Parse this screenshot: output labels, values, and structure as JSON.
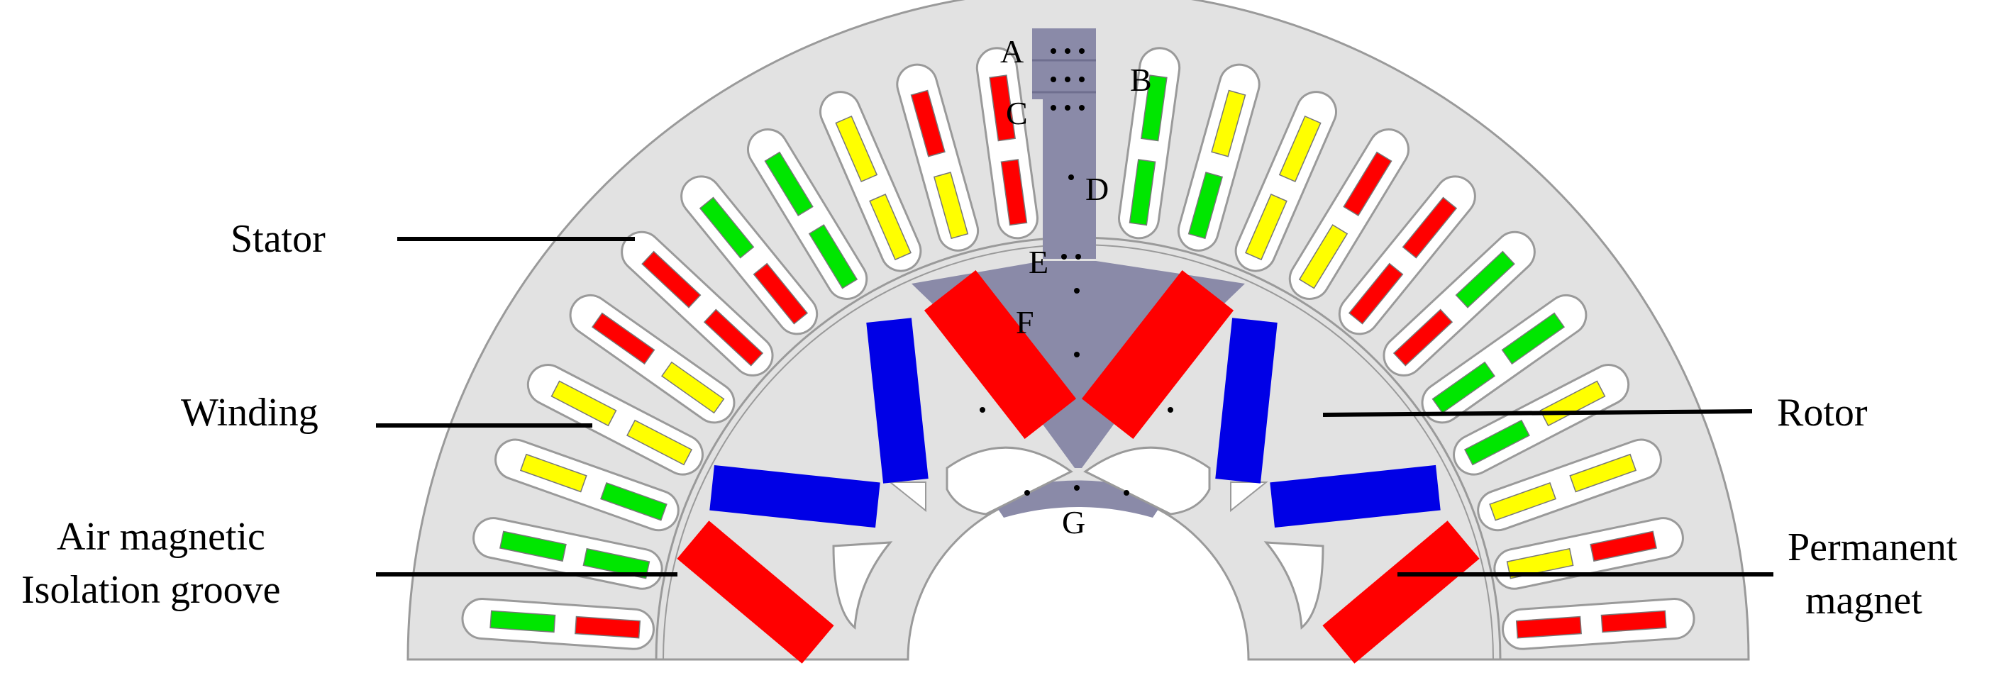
{
  "labels": {
    "stator": "Stator",
    "winding": "Winding",
    "air_groove_line1": "Air magnetic",
    "air_groove_line2": "Isolation groove",
    "rotor": "Rotor",
    "magnet_line1": "Permanent",
    "magnet_line2": "magnet"
  },
  "points": {
    "A": "A",
    "B": "B",
    "C": "C",
    "D": "D",
    "E": "E",
    "F": "F",
    "G": "G"
  },
  "colors": {
    "stator": "#e2e2e2",
    "rotor": "#e2e2e2",
    "slot": "#ffffff",
    "outline": "#9a9a9a",
    "highlight_region": "#8a8aa8",
    "magnet_red": "#ff0000",
    "magnet_blue": "#0000e6",
    "phase_red": "#ff0000",
    "phase_yellow": "#ffff00",
    "phase_green": "#00e600"
  },
  "coil_pairs": [
    [
      "red",
      "green"
    ],
    [
      "green",
      "green"
    ],
    [
      "green",
      "yellow"
    ],
    [
      "yellow",
      "yellow"
    ],
    [
      "yellow",
      "red"
    ],
    [
      "red",
      "red"
    ],
    [
      "red",
      "green"
    ],
    [
      "green",
      "green"
    ],
    [
      "yellow",
      "yellow"
    ],
    [
      "yellow",
      "red"
    ],
    [
      "red",
      "red"
    ],
    [
      "red",
      "green"
    ],
    [
      "green",
      "green"
    ],
    [
      "green",
      "yellow"
    ],
    [
      "yellow",
      "yellow"
    ],
    [
      "yellow",
      "red"
    ],
    [
      "red",
      "red"
    ],
    [
      "red",
      "green"
    ],
    [
      "green",
      "green"
    ],
    [
      "green",
      "yellow"
    ],
    [
      "yellow",
      "yellow"
    ],
    [
      "yellow",
      "red"
    ],
    [
      "red",
      "red"
    ]
  ]
}
